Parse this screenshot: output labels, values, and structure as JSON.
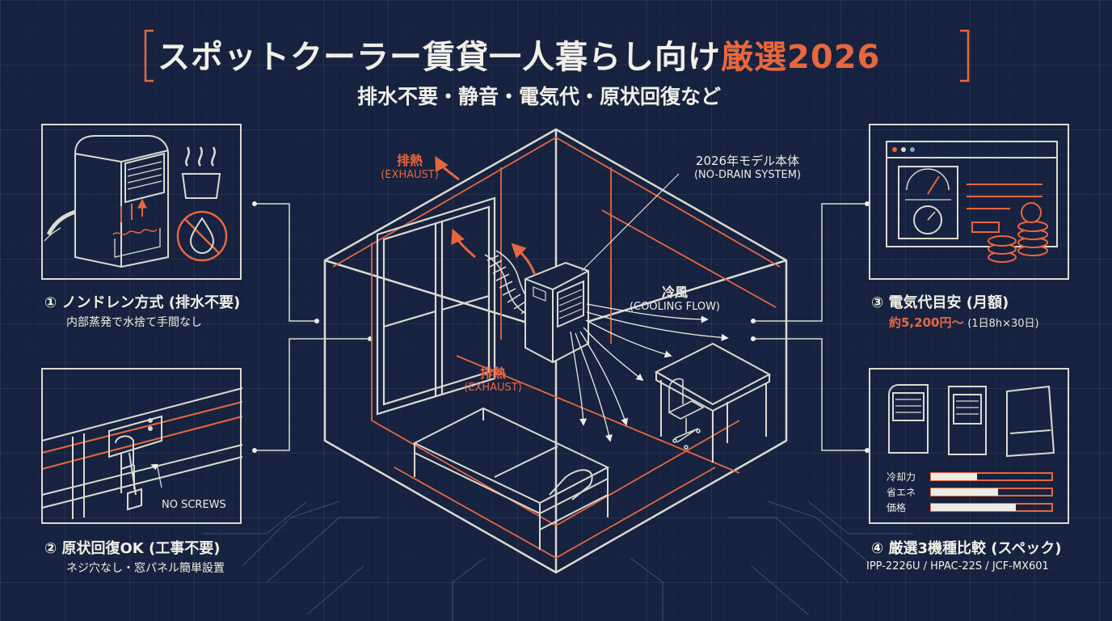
{
  "header": {
    "title_main": "スポットクーラー賃貸一人暮らし向け",
    "title_accent": "厳選2026",
    "subtitle": "排水不要・静音・電気代・原状回復など"
  },
  "colors": {
    "background": "#16223f",
    "line": "#dcdad0",
    "accent": "#e8673e"
  },
  "panels": [
    {
      "title": "① ノンドレン方式 (排水不要)",
      "desc": "内部蒸発で水捨て手間なし"
    },
    {
      "title": "② 原状回復OK (工事不要)",
      "desc": "ネジ穴なし・窓パネル簡単設置",
      "inner_label": "NO SCREWS"
    },
    {
      "title": "③ 電気代目安 (月額)",
      "cost_value": "約5,200円〜",
      "cost_note": "(1日8h×30日)"
    },
    {
      "title": "④ 厳選3機種比較 (スペック)",
      "models": "IPP-2226U / HPAC-22S / JCF-MX601",
      "bars": [
        {
          "label": "冷却力",
          "level": 0.38
        },
        {
          "label": "省エネ",
          "level": 0.55
        },
        {
          "label": "価格",
          "level": 0.7
        }
      ]
    }
  ],
  "diagram": {
    "exhaust_top_jp": "排熱",
    "exhaust_top_en": "(EXHAUST)",
    "exhaust_mid_jp": "排熱",
    "exhaust_mid_en": "(EXHAUST)",
    "unit_jp": "2026年モデル本体",
    "unit_en": "(NO-DRAIN SYSTEM)",
    "cool_jp": "冷風",
    "cool_en": "(COOLING FLOW)"
  }
}
